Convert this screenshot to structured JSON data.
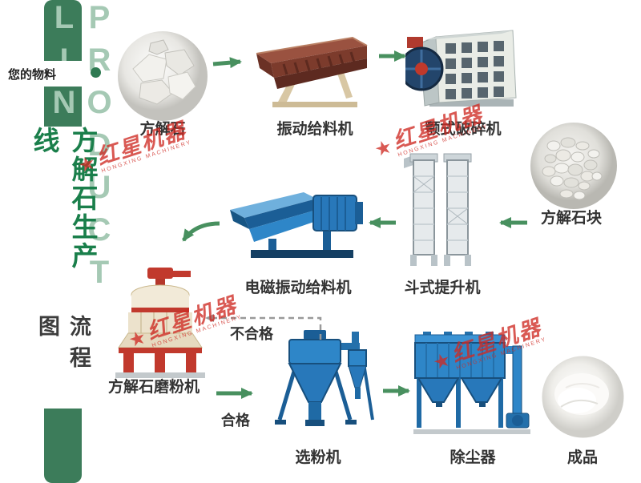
{
  "sidebar": {
    "banner_text": "PRODUCT LINE",
    "title": "方解石生产线",
    "subtitle": "流程图",
    "material_label": "您的物料"
  },
  "watermark": {
    "star": "★",
    "brand": "红星机器",
    "brand_sub": "HONGXING MACHINERY"
  },
  "flow": {
    "nodes": [
      {
        "id": "calcite",
        "label": "方解石",
        "type": "material-photo"
      },
      {
        "id": "vibrating-feeder",
        "label": "振动给料机",
        "type": "machine"
      },
      {
        "id": "jaw-crusher",
        "label": "颚式破碎机",
        "type": "machine"
      },
      {
        "id": "calcite-lumps",
        "label": "方解石块",
        "type": "material-photo"
      },
      {
        "id": "bucket-elevator",
        "label": "斗式提升机",
        "type": "machine"
      },
      {
        "id": "em-vibrating-feeder",
        "label": "电磁振动给料机",
        "type": "machine"
      },
      {
        "id": "calcite-mill",
        "label": "方解石磨粉机",
        "type": "machine"
      },
      {
        "id": "powder-separator",
        "label": "选粉机",
        "type": "machine"
      },
      {
        "id": "dust-collector",
        "label": "除尘器",
        "type": "machine"
      },
      {
        "id": "finished-product",
        "label": "成品",
        "type": "material-photo"
      }
    ],
    "branch_labels": {
      "qualified": "合格",
      "unqualified": "不合格"
    }
  },
  "colors": {
    "banner_green": "#3c7c5a",
    "banner_letter": "#a5c9b4",
    "title_green": "#1a7f4b",
    "arrow_green": "#48905f",
    "watermark_red": "#cf2b24",
    "label_text": "#333333"
  }
}
